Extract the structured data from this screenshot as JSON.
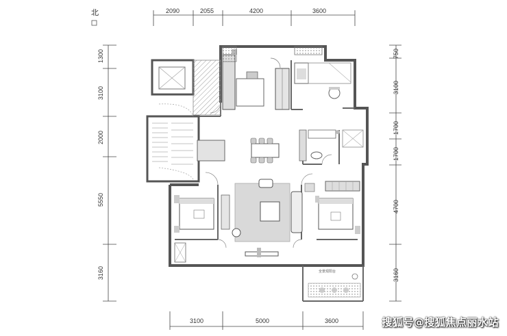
{
  "compass": {
    "label": "北"
  },
  "dimensions": {
    "top": [
      "2090",
      "2055",
      "4200",
      "3600"
    ],
    "bottom": [
      "3100",
      "5000",
      "3600"
    ],
    "left": [
      "1300",
      "3100",
      "2000",
      "5550",
      "3160"
    ],
    "right": [
      "750",
      "3100",
      "1700",
      "1700",
      "4700",
      "3160"
    ]
  },
  "balcony_label": "全景观阳台",
  "watermark": "搜狐号@搜狐焦点丽水站"
}
